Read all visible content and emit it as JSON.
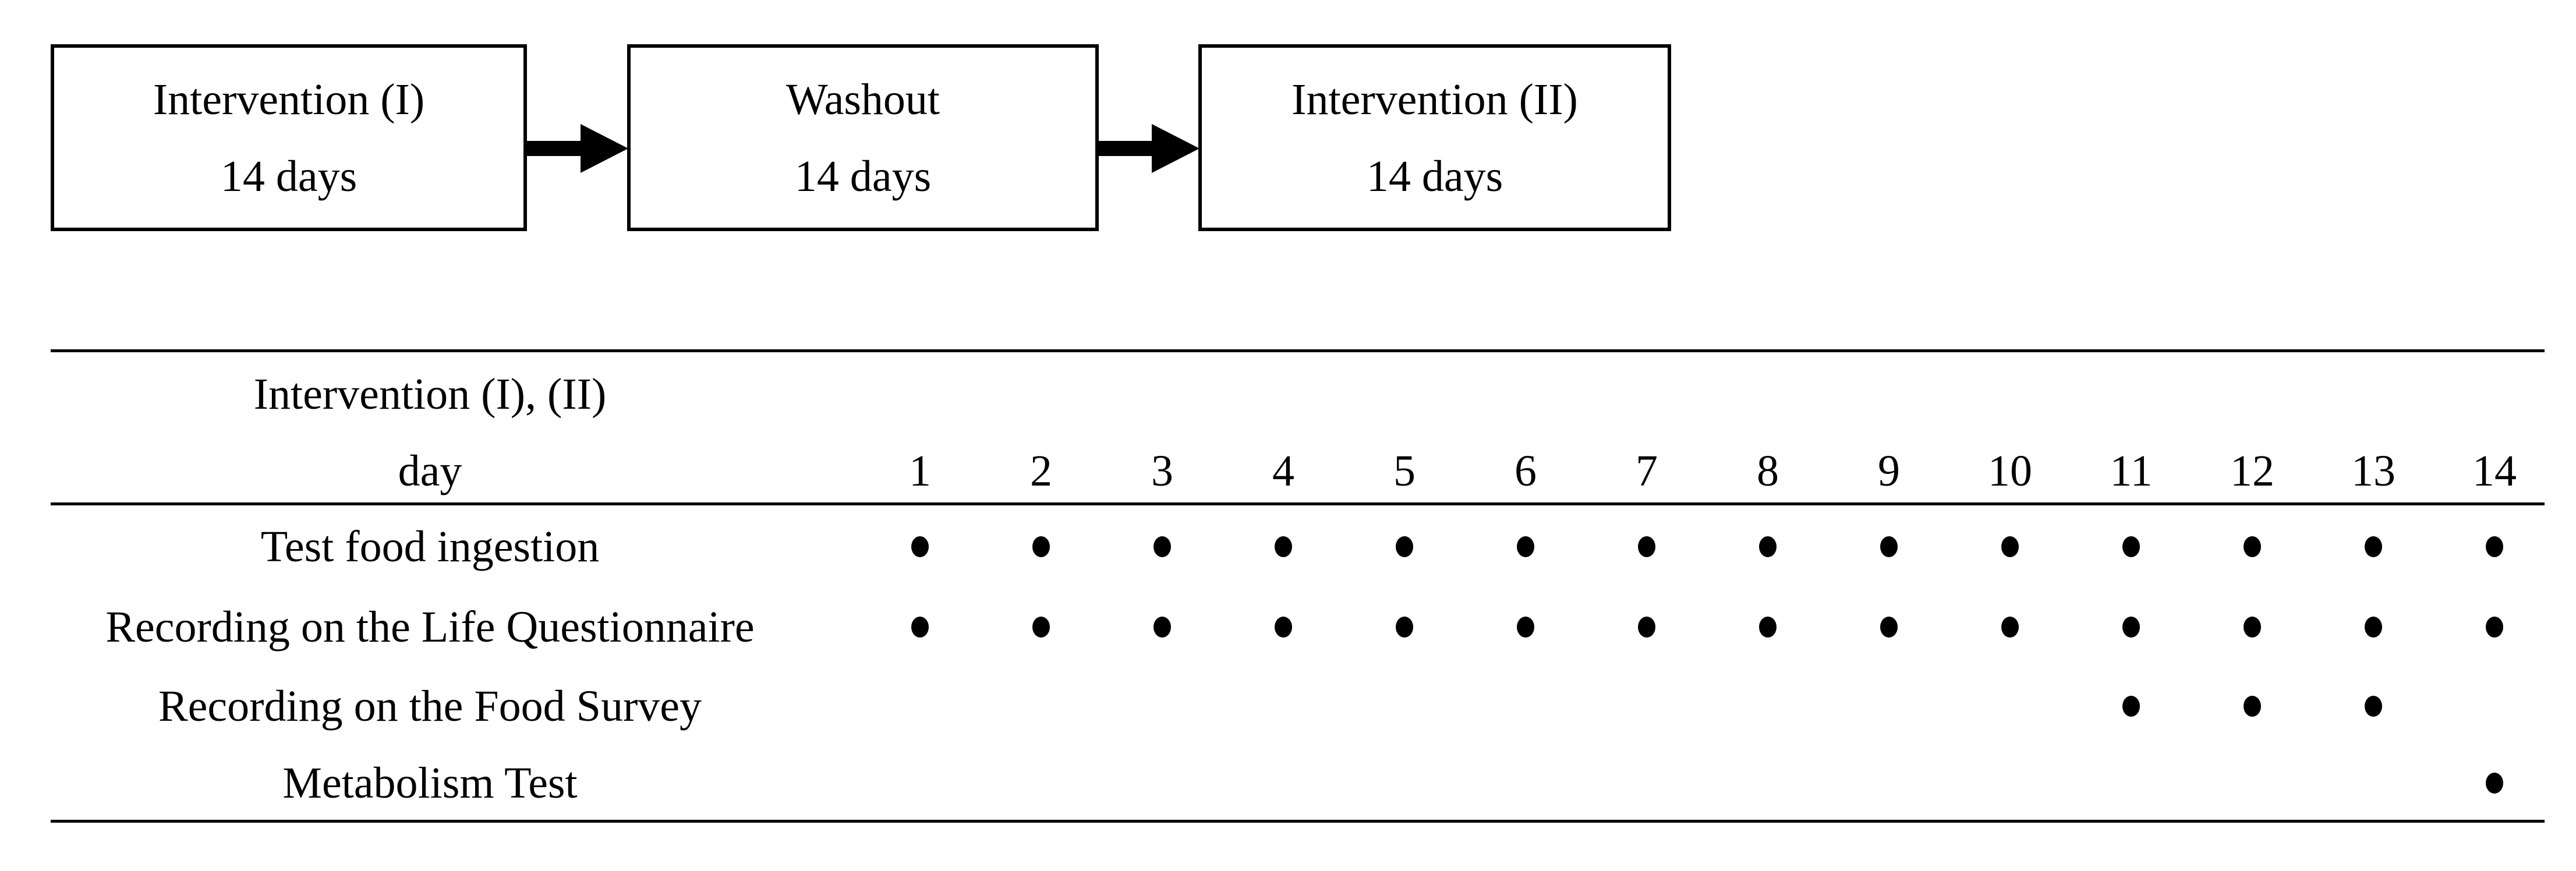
{
  "figure": {
    "description_colors": {
      "ink": "#000000",
      "background": "#ffffff"
    }
  },
  "flowchart": {
    "boxes": [
      {
        "title": "Intervention (I)",
        "duration": "14 days"
      },
      {
        "title": "Washout",
        "duration": "14 days"
      },
      {
        "title": "Intervention (II)",
        "duration": "14 days"
      }
    ],
    "arrows": [
      "arrow-1",
      "arrow-2"
    ]
  },
  "schedule_table": {
    "header": {
      "group_label": "Intervention (I), (II)",
      "axis_label": "day",
      "days": [
        "1",
        "2",
        "3",
        "4",
        "5",
        "6",
        "7",
        "8",
        "9",
        "10",
        "11",
        "12",
        "13",
        "14"
      ]
    },
    "rows": [
      {
        "label": "Test food ingestion",
        "dot_days": [
          1,
          2,
          3,
          4,
          5,
          6,
          7,
          8,
          9,
          10,
          11,
          12,
          13,
          14
        ]
      },
      {
        "label": "Recording on the Life Questionnaire",
        "dot_days": [
          1,
          2,
          3,
          4,
          5,
          6,
          7,
          8,
          9,
          10,
          11,
          12,
          13,
          14
        ]
      },
      {
        "label": "Recording on the Food Survey",
        "dot_days": [
          11,
          12,
          13
        ]
      },
      {
        "label": "Metabolism Test",
        "dot_days": [
          14
        ]
      }
    ],
    "dot_symbol": "●"
  }
}
